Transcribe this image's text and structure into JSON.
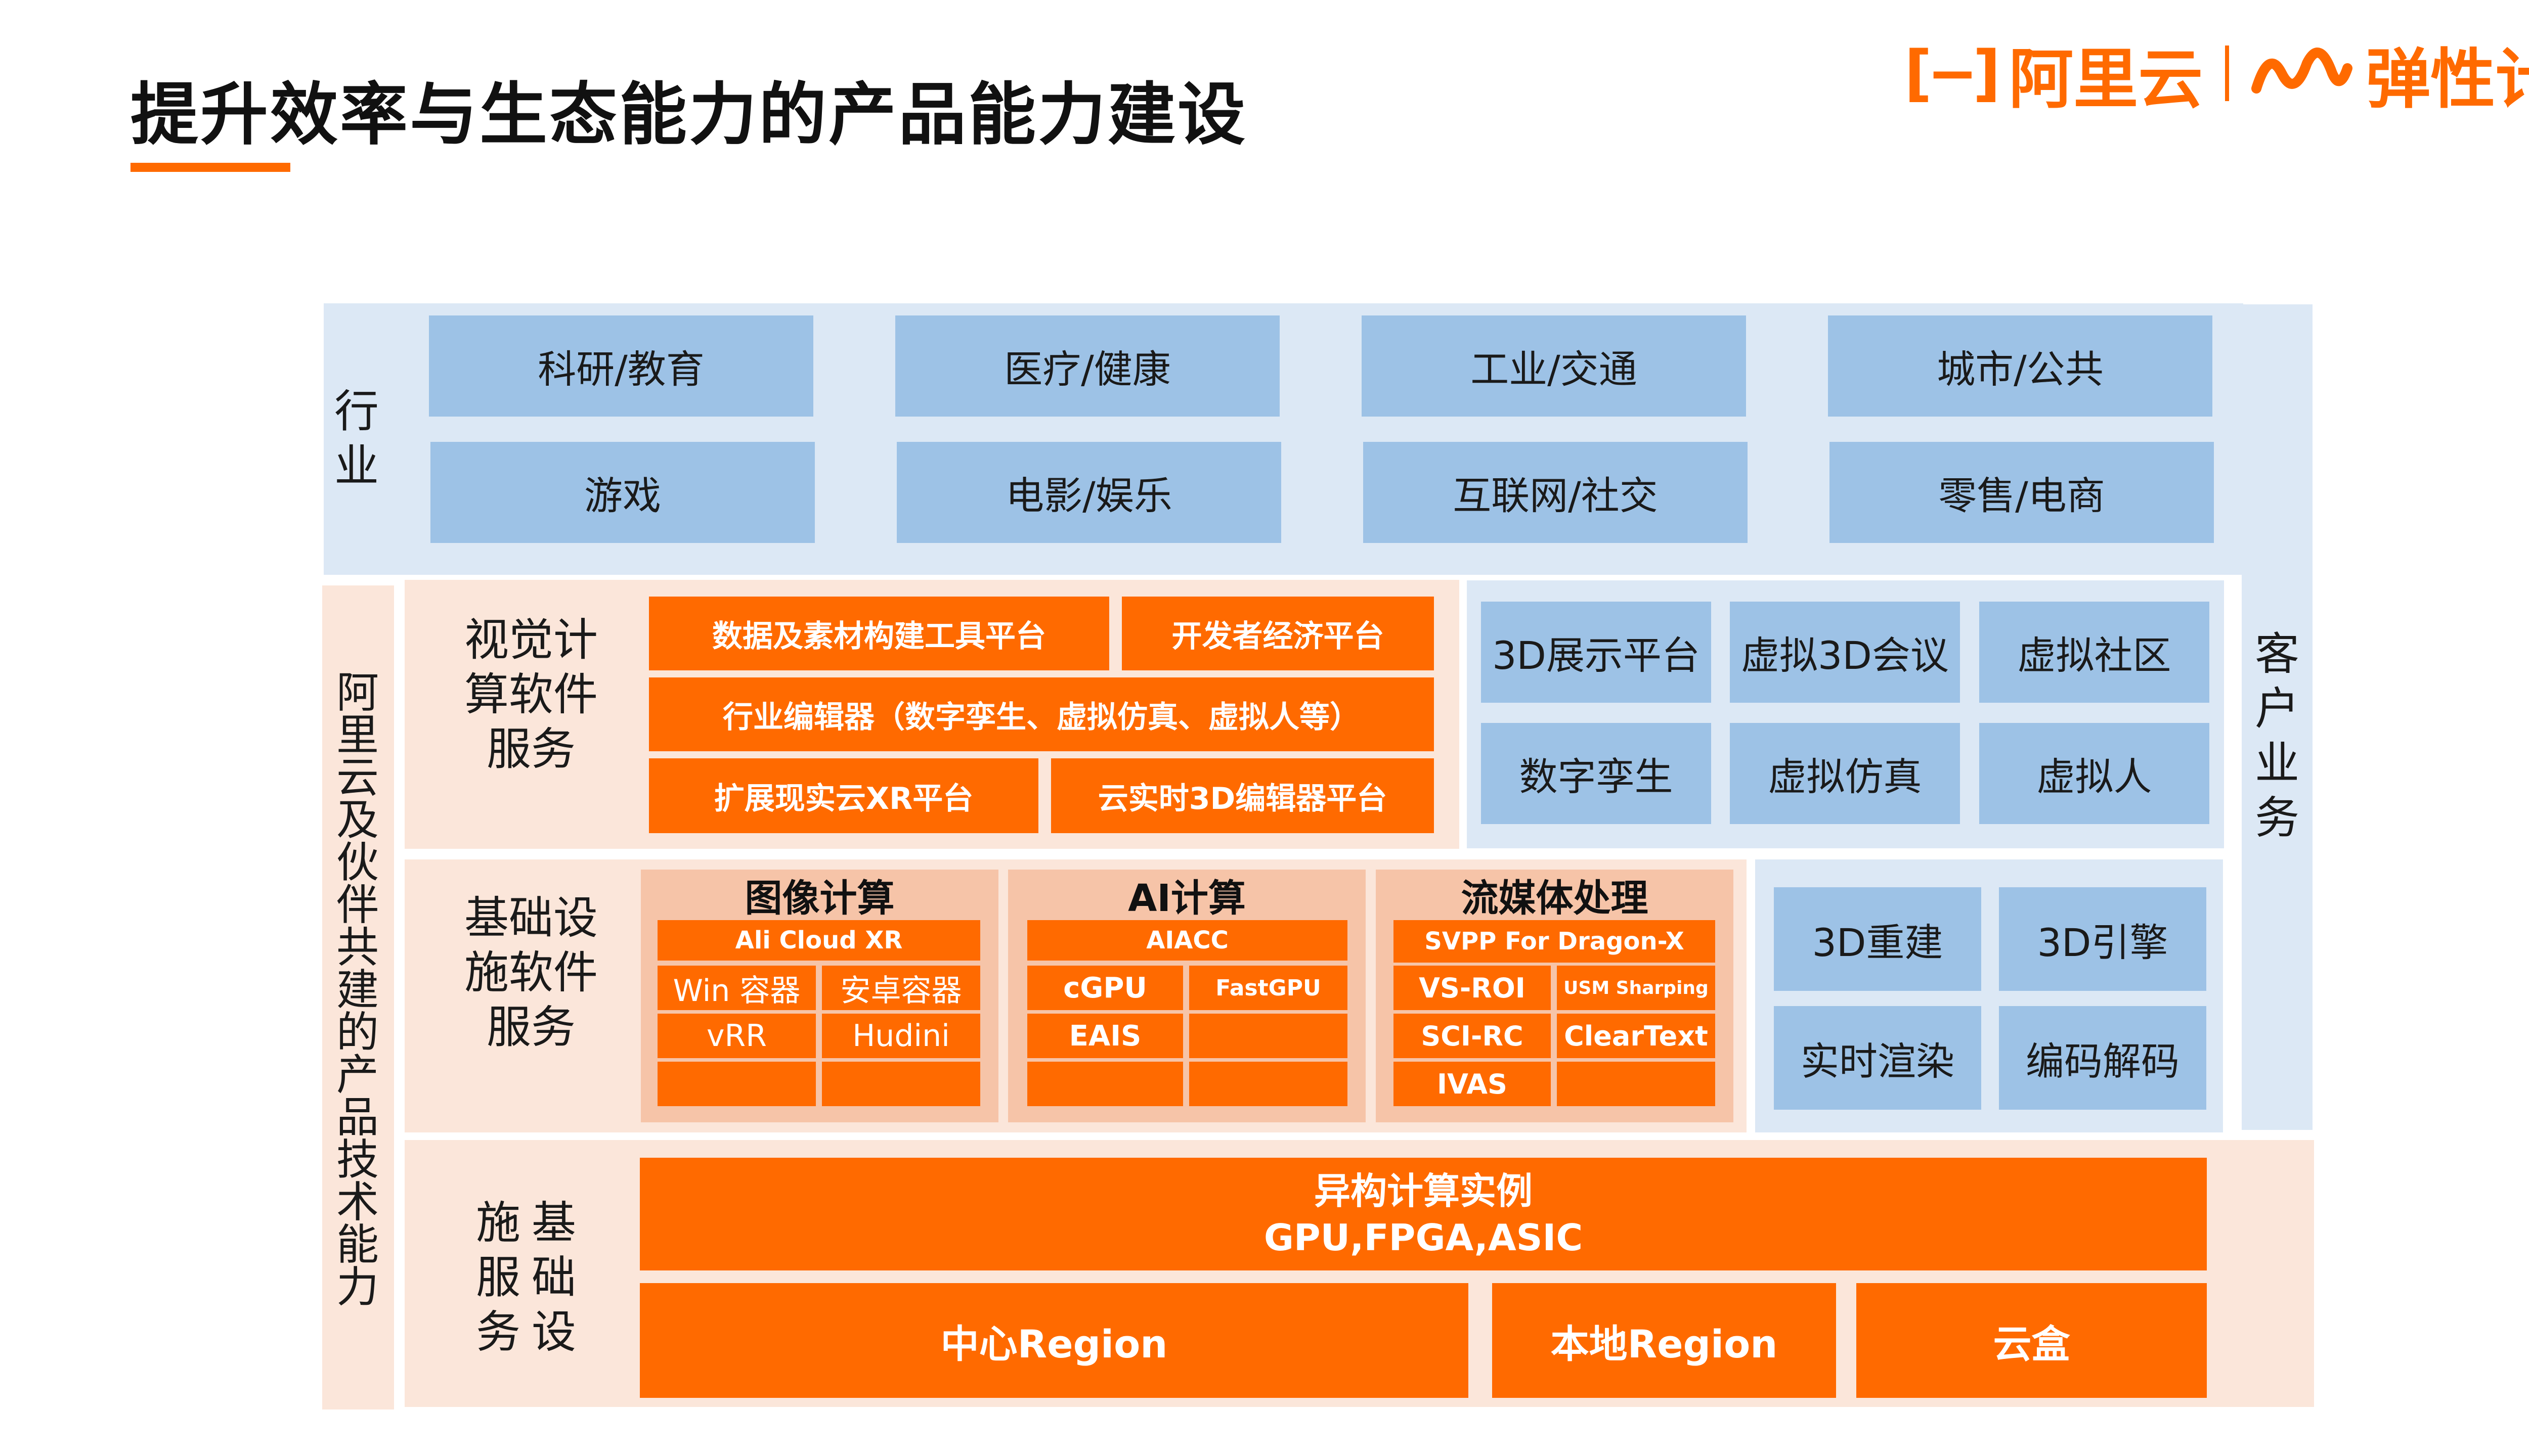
{
  "header": {
    "title": "提升效率与生态能力的产品能力建设",
    "brand_left": "阿里云",
    "brand_right": "弹性计算"
  },
  "side_labels": {
    "industry": "行业",
    "capability": "阿里云及伙伴共建的产品技术能力",
    "customer": "客户业务"
  },
  "industry": {
    "items": [
      "科研/教育",
      "医疗/健康",
      "工业/交通",
      "城市/公共",
      "游戏",
      "电影/娱乐",
      "互联网/社交",
      "零售/电商"
    ]
  },
  "visual": {
    "label": "视觉计算软件服务",
    "row1": [
      "数据及素材构建工具平台",
      "开发者经济平台"
    ],
    "row2": "行业编辑器（数字孪生、虚拟仿真、虚拟人等）",
    "row3": [
      "扩展现实云XR平台",
      "云实时3D编辑器平台"
    ]
  },
  "customer_apps": {
    "items": [
      "3D展示平台",
      "虚拟3D会议",
      "虚拟社区",
      "数字孪生",
      "虚拟仿真",
      "虚拟人"
    ]
  },
  "base_software": {
    "label": "基础设施软件服务",
    "image": {
      "title": "图像计算",
      "header": "Ali Cloud XR",
      "rows": [
        [
          "Win 容器",
          "安卓容器"
        ],
        [
          "vRR",
          "Hudini"
        ],
        [
          "",
          ""
        ]
      ]
    },
    "ai": {
      "title": "AI计算",
      "header": "AIACC",
      "rows": [
        [
          "cGPU",
          "FastGPU"
        ],
        [
          "EAIS",
          ""
        ],
        [
          "",
          ""
        ]
      ]
    },
    "media": {
      "title": "流媒体处理",
      "header": "SVPP For Dragon-X",
      "rows": [
        [
          "VS-ROI",
          "USM Sharping"
        ],
        [
          "SCI-RC",
          "ClearText"
        ],
        [
          "IVAS",
          ""
        ]
      ]
    }
  },
  "base_tech": {
    "items": [
      "3D重建",
      "3D引擎",
      "实时渲染",
      "编码解码"
    ]
  },
  "infra": {
    "label_col1": "施服务",
    "label_col2": "基础设",
    "hetero_line1": "异构计算实例",
    "hetero_line2": "GPU,FPGA,ASIC",
    "regions": [
      "中心Region",
      "本地Region",
      "云盒"
    ]
  },
  "colors": {
    "accent": "#ff6a00",
    "blue_panel": "#dce8f5",
    "blue_box": "#9dc2e6",
    "peach_panel": "#fbe6da"
  }
}
